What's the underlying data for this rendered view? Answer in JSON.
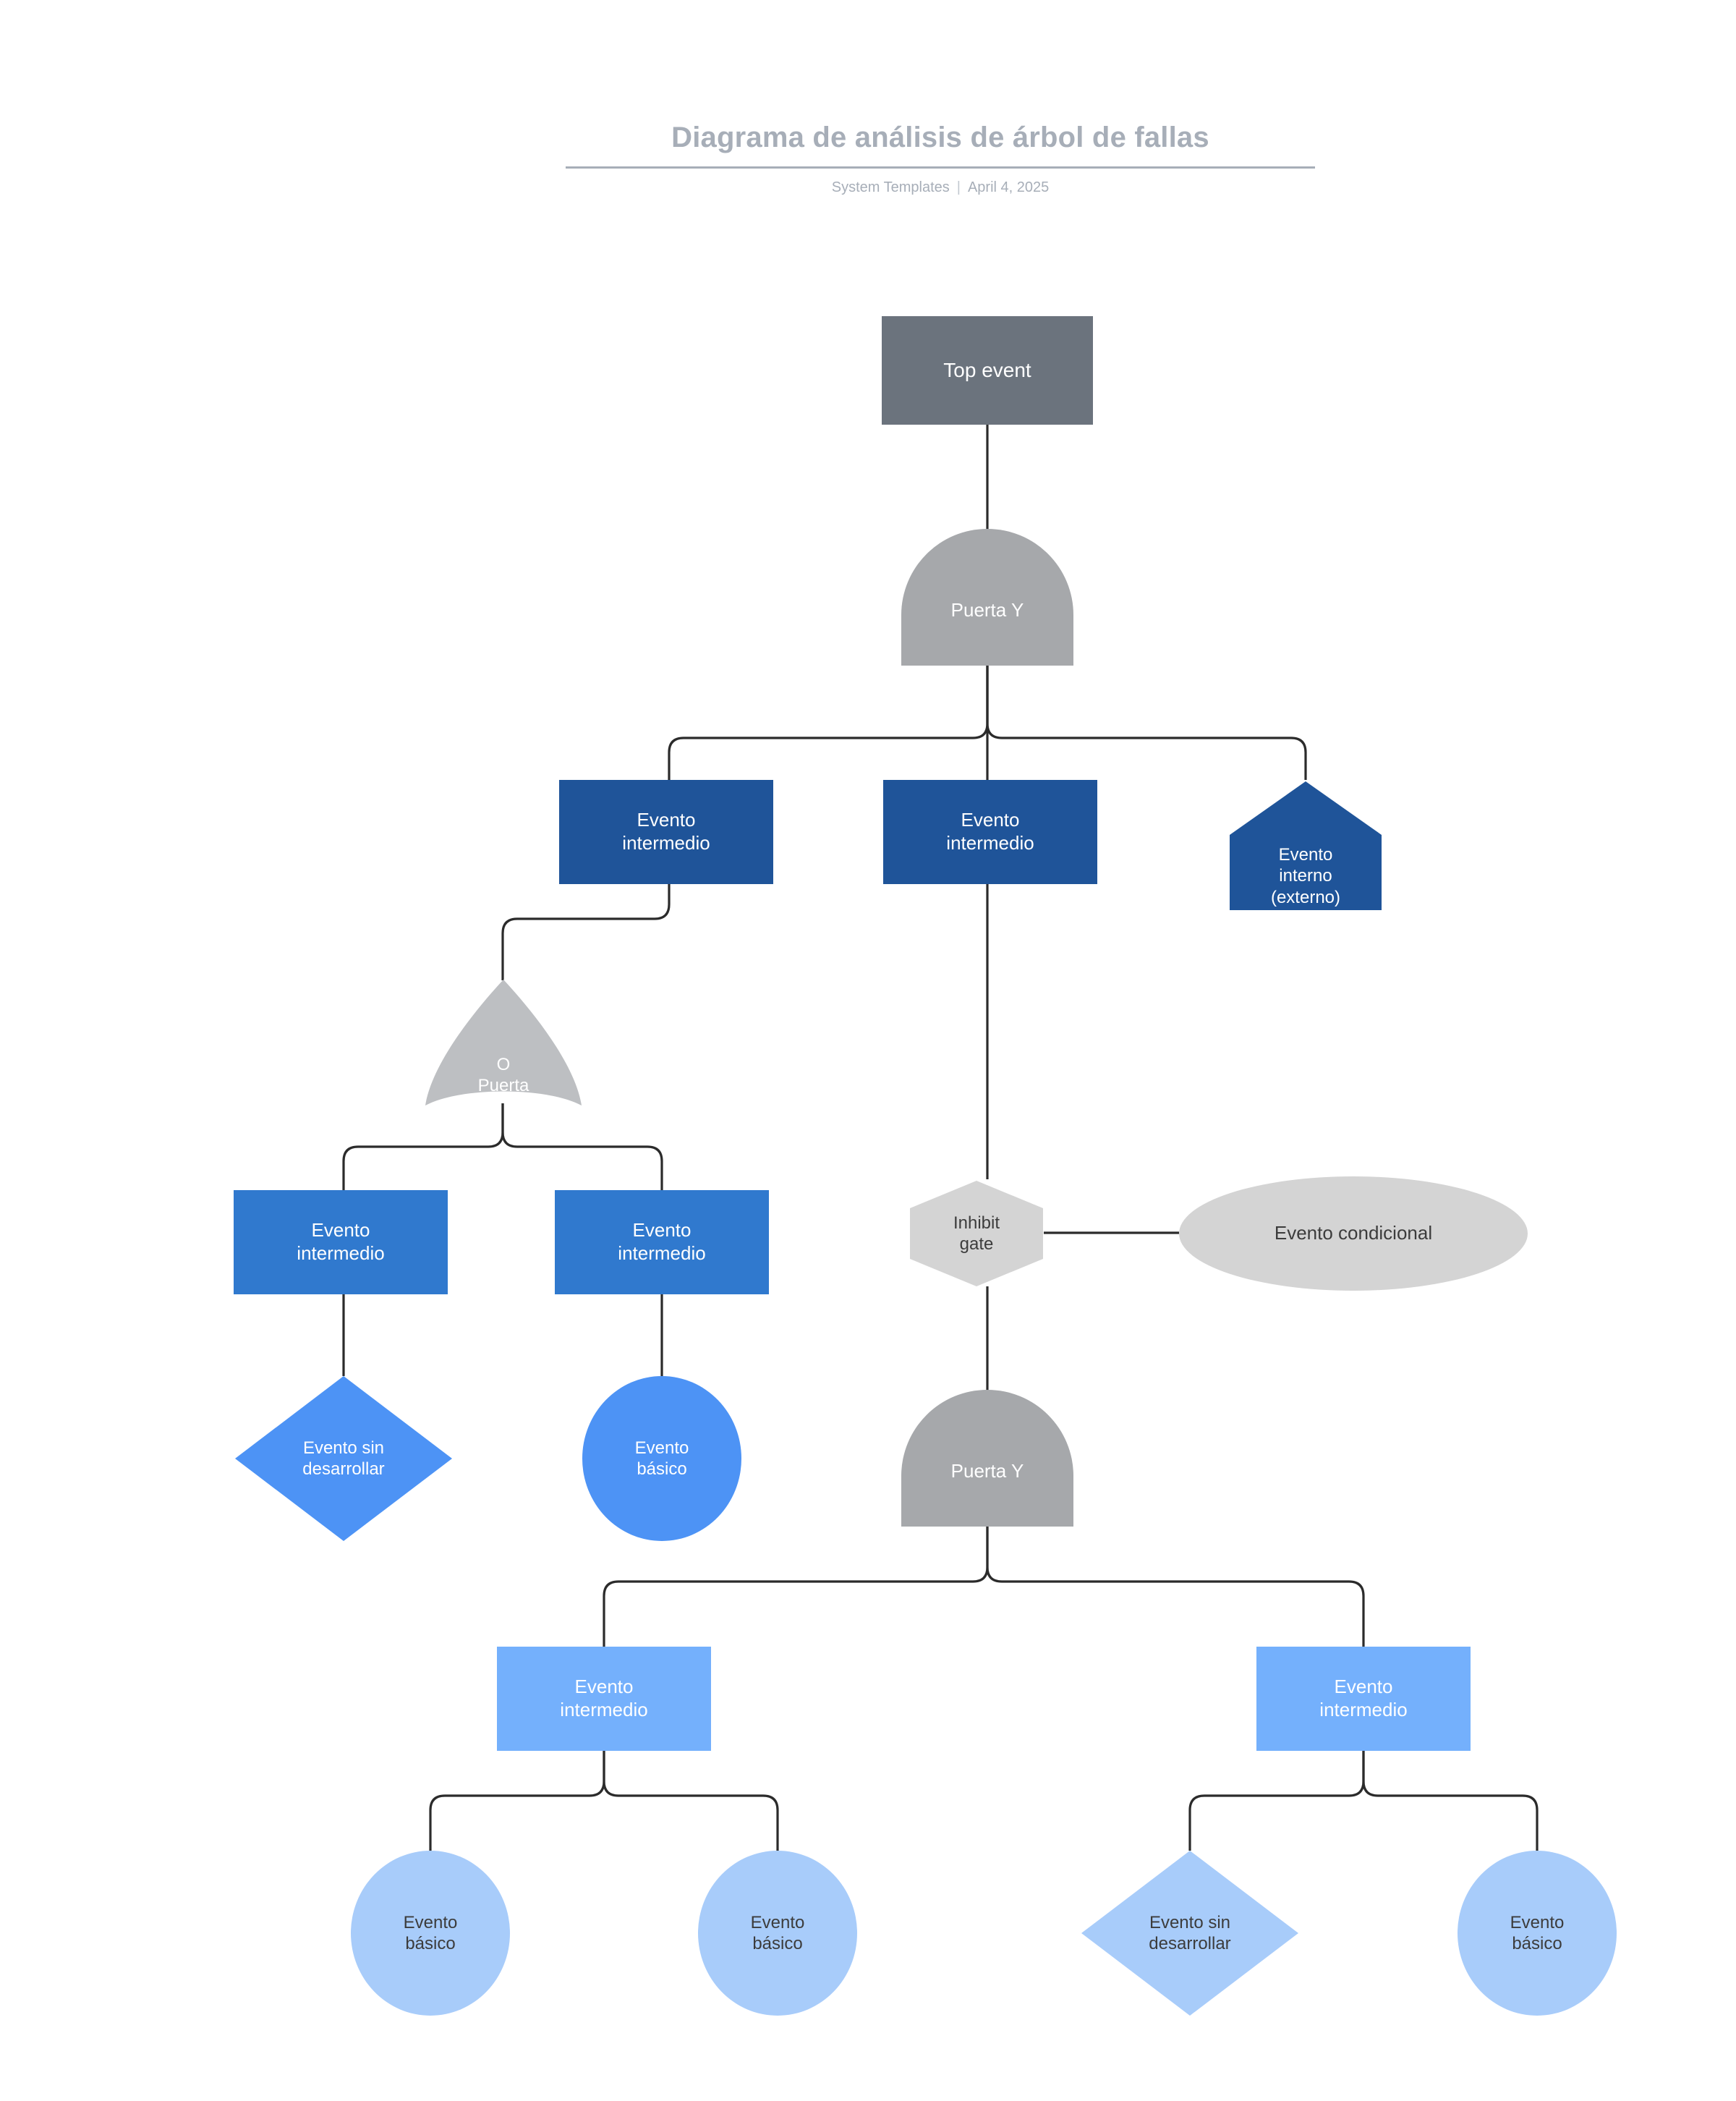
{
  "header": {
    "title": "Diagrama de análisis de árbol de fallas",
    "author": "System Templates",
    "divider": "|",
    "date": "April 4, 2025"
  },
  "palette": {
    "top_event": "#6b737d",
    "gate_gray": "#a6a8ab",
    "inhibit_gray": "#d4d4d4",
    "conditional_gray": "#d4d4d4",
    "navy": "#1f5499",
    "blue": "#3079ce",
    "light_blue": "#74b0fc",
    "pale_blue": "#a8ccfa",
    "edge": "#2b2b2b",
    "title_gray": "#a7aeb8"
  },
  "nodes": {
    "top_event": {
      "label": "Top event",
      "shape": "rectangle"
    },
    "and_gate_1": {
      "label": "Puerta Y",
      "shape": "and-gate"
    },
    "inter_l1_a": {
      "label": "Evento\nintermedio",
      "shape": "rectangle"
    },
    "inter_l1_b": {
      "label": "Evento\nintermedio",
      "shape": "rectangle"
    },
    "external_event": {
      "label": "Evento\ninterno\n(externo)",
      "shape": "pentagon"
    },
    "or_gate": {
      "label": "O\nPuerta",
      "shape": "or-gate"
    },
    "inter_l2_a": {
      "label": "Evento\nintermedio",
      "shape": "rectangle"
    },
    "inter_l2_b": {
      "label": "Evento\nintermedio",
      "shape": "rectangle"
    },
    "undeveloped_1": {
      "label": "Evento sin\ndesarrollar",
      "shape": "diamond"
    },
    "basic_1": {
      "label": "Evento\nbásico",
      "shape": "ellipse"
    },
    "inhibit_gate": {
      "label": "Inhibit\ngate",
      "shape": "hexagon"
    },
    "conditional_event": {
      "label": "Evento condicional",
      "shape": "ellipse"
    },
    "and_gate_2": {
      "label": "Puerta Y",
      "shape": "and-gate"
    },
    "inter_l3_a": {
      "label": "Evento\nintermedio",
      "shape": "rectangle"
    },
    "inter_l3_b": {
      "label": "Evento\nintermedio",
      "shape": "rectangle"
    },
    "basic_2": {
      "label": "Evento\nbásico",
      "shape": "ellipse"
    },
    "basic_3": {
      "label": "Evento\nbásico",
      "shape": "ellipse"
    },
    "undeveloped_2": {
      "label": "Evento sin\ndesarrollar",
      "shape": "diamond"
    },
    "basic_4": {
      "label": "Evento\nbásico",
      "shape": "ellipse"
    }
  }
}
